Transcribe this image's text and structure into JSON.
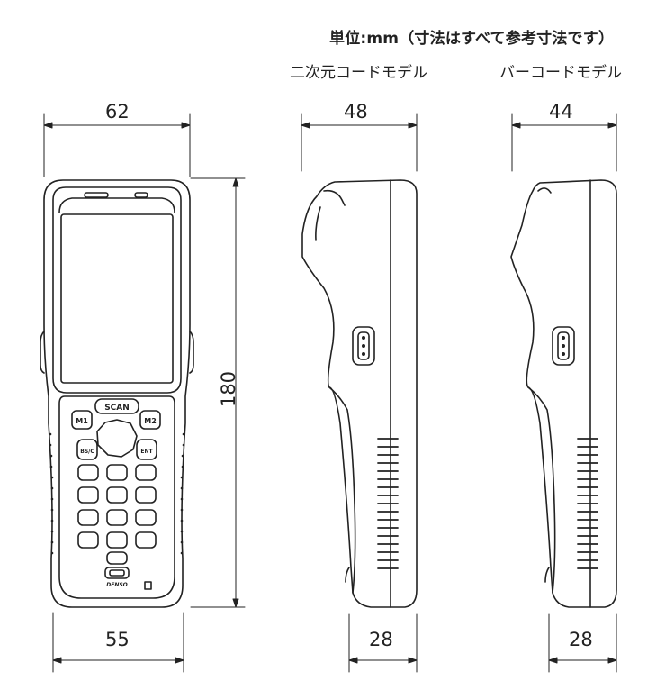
{
  "header": {
    "unit_note": "単位:mm（寸法はすべて参考寸法です）",
    "model_2d": "二次元コードモデル",
    "model_barcode": "バーコードモデル"
  },
  "dimensions": {
    "front_width": "62",
    "height": "180",
    "front_grip_width": "55",
    "side_2d_depth": "48",
    "side_2d_grip": "28",
    "side_barcode_depth": "44",
    "side_barcode_grip": "28"
  },
  "keypad": {
    "scan": "SCAN",
    "m1": "M1",
    "m2": "M2",
    "bsc": "BS/C",
    "ent": "ENT",
    "brand": "DENSO"
  }
}
